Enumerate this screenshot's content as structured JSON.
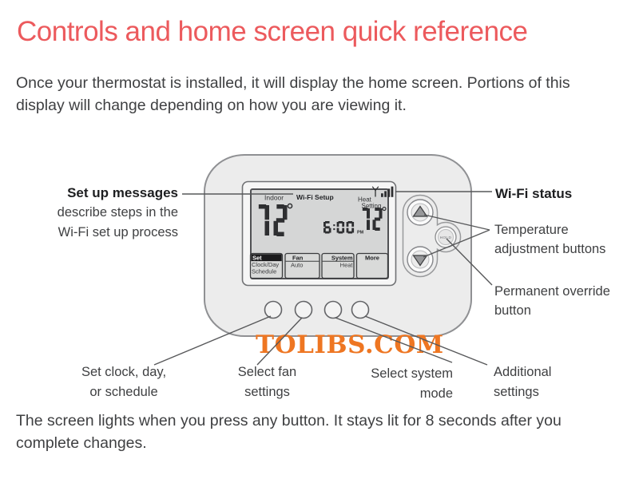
{
  "page": {
    "title": "Controls and home screen quick reference",
    "intro": [
      "Once your thermostat is installed, it will display the home screen. Portions of this",
      "display will change depending on how you are viewing it."
    ],
    "footer": [
      "The screen lights when you press any button. It stays lit for 8 seconds after you",
      "complete changes."
    ],
    "watermark": "TOLIBS.COM"
  },
  "callouts": {
    "setup_messages": {
      "title": "Set up messages",
      "line2": "describe steps in the",
      "line3": "Wi-Fi set up process"
    },
    "wifi_status": "Wi-Fi status",
    "temperature_adjustment": {
      "line1": "Temperature",
      "line2": "adjustment buttons"
    },
    "permanent_override": {
      "line1": "Permanent override",
      "line2": "button"
    },
    "set_clock": {
      "line1": "Set clock, day,",
      "line2": "or schedule"
    },
    "select_fan": {
      "line1": "Select fan",
      "line2": "settings"
    },
    "select_system": {
      "line1": "Select system",
      "line2": "mode"
    },
    "additional": {
      "line1": "Additional",
      "line2": "settings"
    }
  },
  "thermostat": {
    "display": {
      "indoor_label": "Indoor",
      "status_title": "Wi-Fi Setup",
      "heat_label": {
        "line1": "Heat",
        "line2": "Setting"
      },
      "indoor_temp": "72",
      "set_temp": "72",
      "time": "6:00",
      "time_period": "PM",
      "softkeys": {
        "set": {
          "header": "Set",
          "line1": "Clock/Day",
          "line2": "Schedule"
        },
        "fan": {
          "header": "Fan",
          "line1": "Auto"
        },
        "system": {
          "header": "System",
          "line1": "Heat"
        },
        "more": {
          "header": "More"
        }
      }
    },
    "hold_button_label": "HOLD"
  },
  "colors": {
    "title_red": "#ec5a5d",
    "watermark_orange": "#ee7622",
    "body_text": "#3f4042",
    "leader_line": "#57585a"
  }
}
